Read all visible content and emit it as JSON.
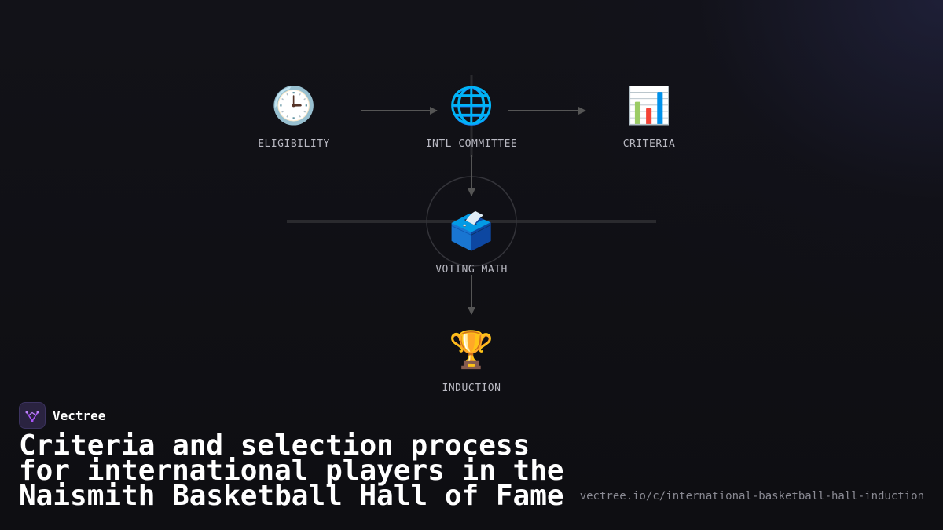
{
  "diagram": {
    "nodes": {
      "eligibility": {
        "icon": "🕒",
        "icon_name": "clock-icon",
        "label": "ELIGIBILITY"
      },
      "committee": {
        "icon": "🌐",
        "icon_name": "globe-icon",
        "label": "INTL COMMITTEE"
      },
      "criteria": {
        "icon": "📊",
        "icon_name": "bar-chart-icon",
        "label": "CRITERIA"
      },
      "voting": {
        "icon": "🗳️",
        "icon_name": "ballot-box-icon",
        "label": "VOTING MATH"
      },
      "induction": {
        "icon": "🏆",
        "icon_name": "trophy-icon",
        "label": "INDUCTION"
      }
    },
    "edges": [
      {
        "from": "eligibility",
        "to": "committee"
      },
      {
        "from": "committee",
        "to": "criteria"
      },
      {
        "from": "committee",
        "to": "voting"
      },
      {
        "from": "voting",
        "to": "induction"
      }
    ]
  },
  "brand": {
    "name": "Vectree"
  },
  "title": "Criteria and selection process for international players in the Naismith Basketball Hall of Fame",
  "url": "vectree.io/c/international-basketball-hall-induction",
  "colors": {
    "background": "#0f0f13",
    "connector": "#555555",
    "label": "#b9b9c2",
    "title": "#ffffff",
    "url": "#8a8a93",
    "brand_accent": "#a855f7"
  }
}
